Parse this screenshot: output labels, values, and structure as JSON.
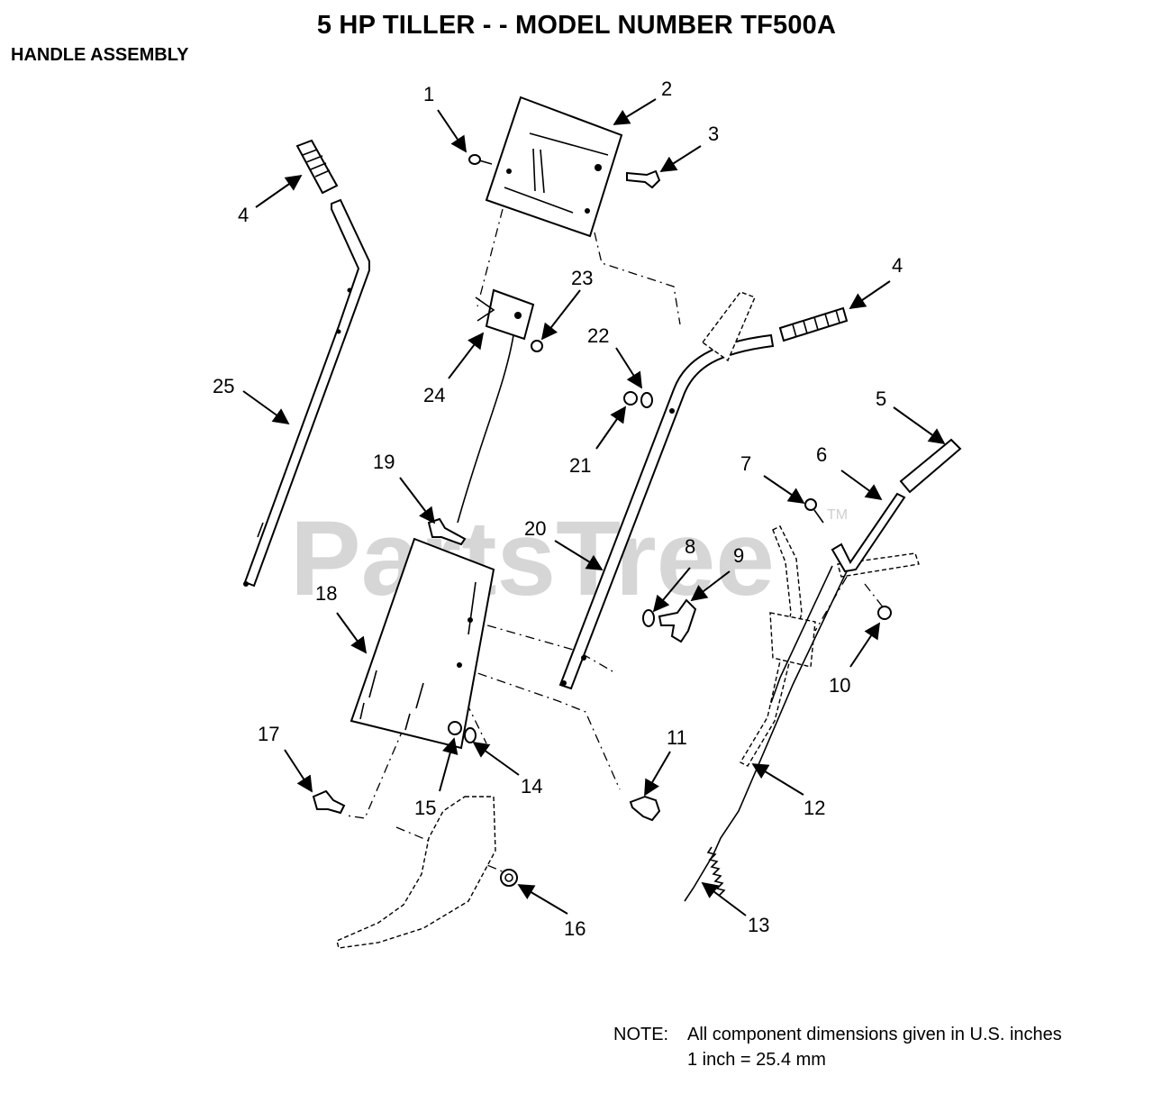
{
  "header": {
    "title": "5 HP TILLER - - MODEL NUMBER TF500A",
    "section": "HANDLE ASSEMBLY"
  },
  "watermark": {
    "text": "PartsTree",
    "mark": "TM",
    "color": "#cfcfcf"
  },
  "callouts": {
    "c1": "1",
    "c2": "2",
    "c3": "3",
    "c4a": "4",
    "c4b": "4",
    "c5": "5",
    "c6": "6",
    "c7": "7",
    "c8": "8",
    "c9": "9",
    "c10": "10",
    "c11": "11",
    "c12": "12",
    "c13": "13",
    "c14": "14",
    "c15": "15",
    "c16": "16",
    "c17": "17",
    "c18": "18",
    "c19": "19",
    "c20": "20",
    "c21": "21",
    "c22": "22",
    "c23": "23",
    "c24": "24",
    "c25": "25"
  },
  "note": {
    "label": "NOTE:",
    "line1": "All component dimensions given in U.S. inches",
    "line2": "1 inch = 25.4 mm"
  }
}
